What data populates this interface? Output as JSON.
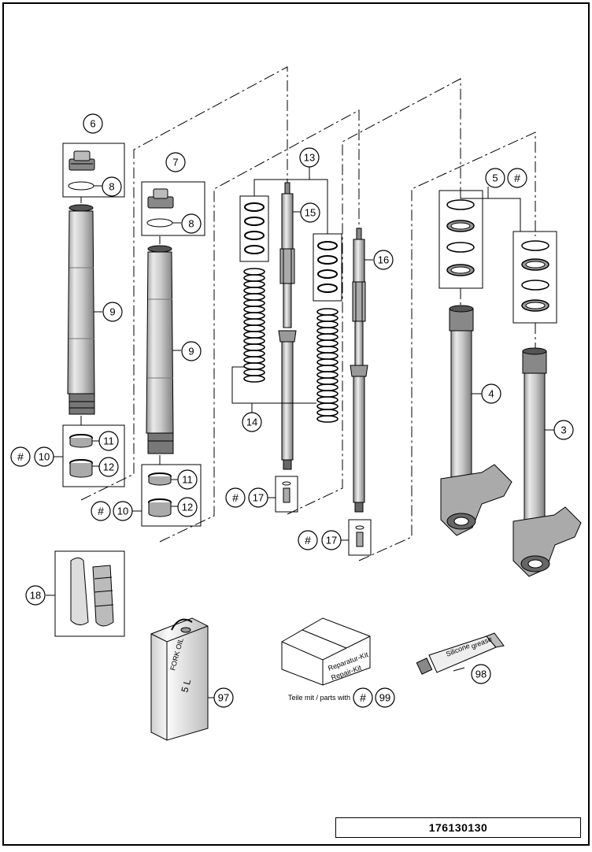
{
  "diagram": {
    "drawing_number": "176130130",
    "hash_symbol": "#",
    "parts_note": "Teile mit / parts with",
    "callouts": {
      "c3": "3",
      "c4": "4",
      "c5": "5",
      "c6": "6",
      "c7": "7",
      "c8a": "8",
      "c8b": "8",
      "c9a": "9",
      "c9b": "9",
      "c10a": "10",
      "c10b": "10",
      "c11a": "11",
      "c11b": "11",
      "c12a": "12",
      "c12b": "12",
      "c13": "13",
      "c14": "14",
      "c15": "15",
      "c16": "16",
      "c17a": "17",
      "c17b": "17",
      "c18": "18",
      "c97": "97",
      "c98": "98",
      "c99": "99"
    },
    "labels": {
      "fork_oil_line1": "FORK OIL",
      "fork_oil_line2": "5 L",
      "repair_kit_line1": "Reparatur-Kit",
      "repair_kit_line2": "Repair-Kit",
      "grease_line1": "Silicone",
      "grease_line2": "grease"
    }
  }
}
